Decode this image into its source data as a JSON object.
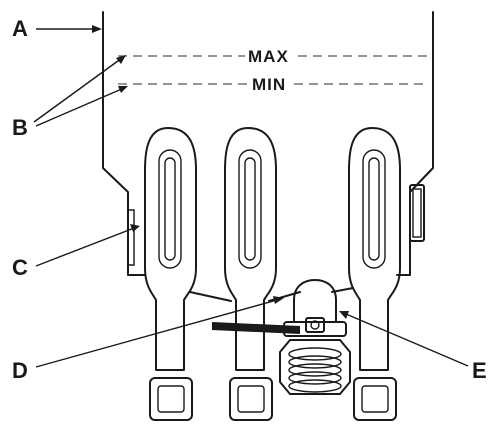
{
  "callouts": {
    "a": "A",
    "b": "B",
    "c": "C",
    "d": "D",
    "e": "E"
  },
  "levels": {
    "max": "MAX",
    "min": "MIN"
  }
}
